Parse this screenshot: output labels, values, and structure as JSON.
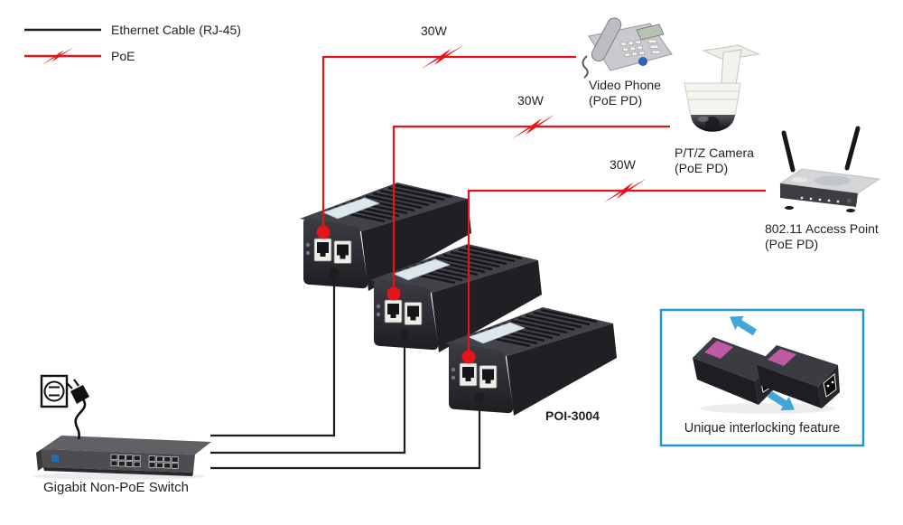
{
  "legend": {
    "items": [
      {
        "id": "ethernet",
        "label": "Ethernet Cable (RJ-45)"
      },
      {
        "id": "poe",
        "label": "PoE"
      }
    ]
  },
  "colors": {
    "ethernet_cable": "#1d1d1f",
    "poe_cable": "#e8121a",
    "inset_border": "#2196d3",
    "interlock_arrow": "#3fa6d9"
  },
  "links": [
    {
      "via": "poe-injector-1",
      "to": "video-phone",
      "power_label": "30W"
    },
    {
      "via": "poe-injector-2",
      "to": "ptz-camera",
      "power_label": "30W"
    },
    {
      "via": "poe-injector-3",
      "to": "access-point",
      "power_label": "30W"
    }
  ],
  "devices": {
    "video_phone": {
      "name": "Video Phone",
      "type": "(PoE PD)"
    },
    "ptz_camera": {
      "name": "P/T/Z Camera",
      "type": "(PoE PD)"
    },
    "access_point": {
      "name": "802.11 Access Point",
      "type": "(PoE PD)"
    },
    "switch": {
      "name": "Gigabit Non-PoE Switch"
    },
    "injector_model": "POI-3004"
  },
  "inset": {
    "caption": "Unique interlocking feature"
  }
}
